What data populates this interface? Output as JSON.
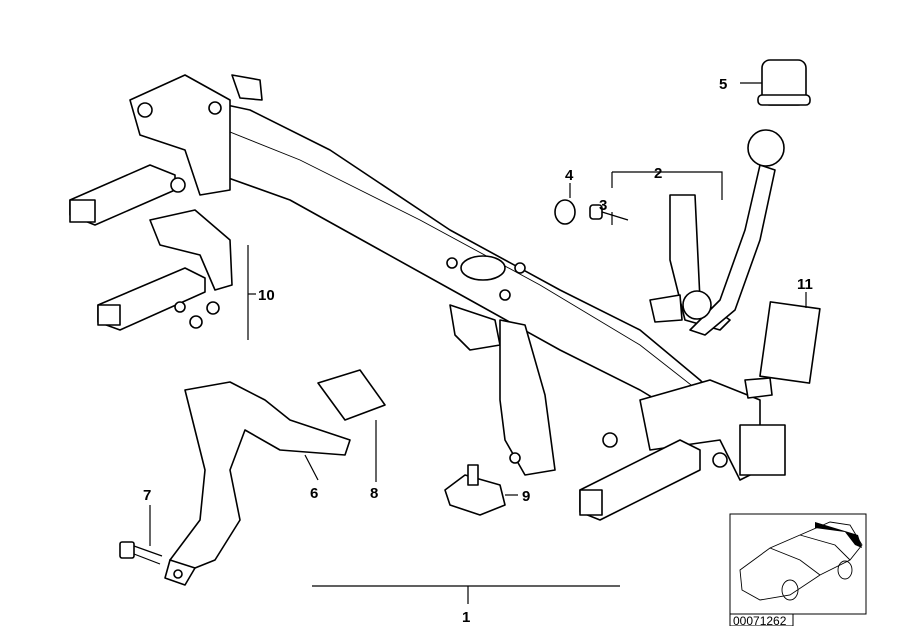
{
  "diagram": {
    "callouts": [
      "1",
      "2",
      "3",
      "4",
      "5",
      "6",
      "7",
      "8",
      "9",
      "10",
      "11"
    ],
    "reference_code": "00071262"
  }
}
